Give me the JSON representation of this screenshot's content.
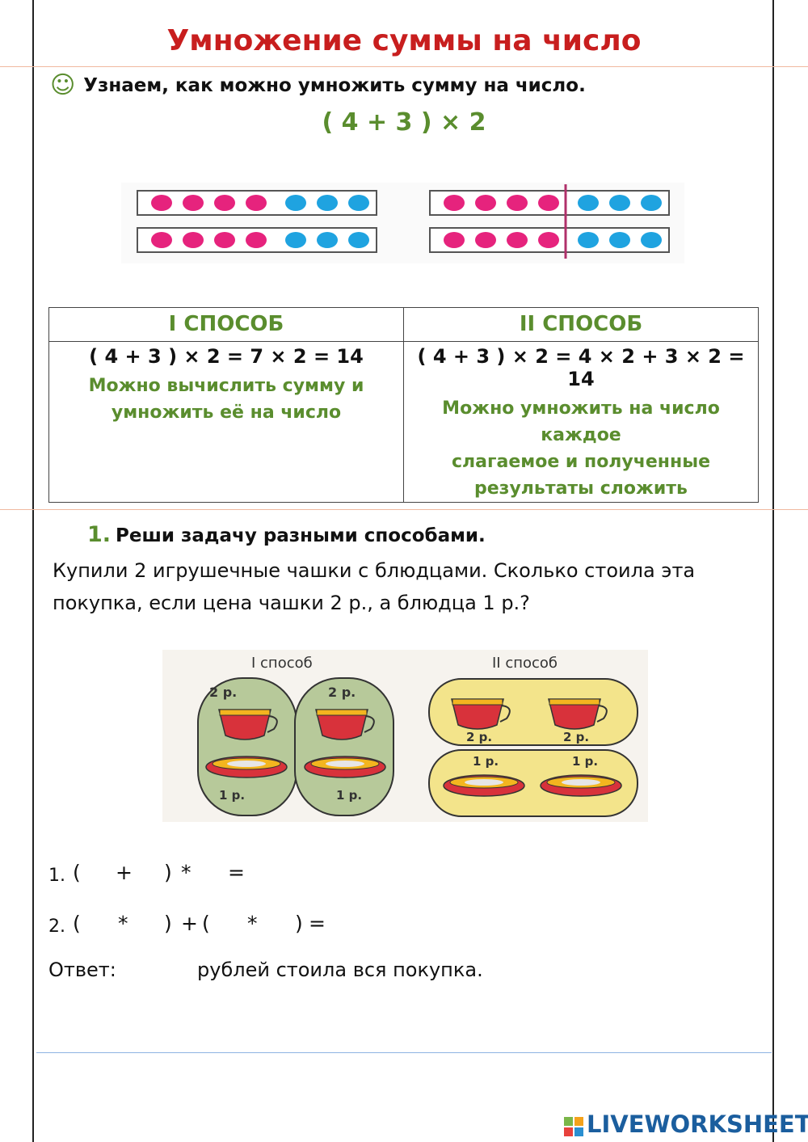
{
  "title": "Умножение суммы на число",
  "intro": {
    "icon": "smiley-icon",
    "text": "Узнаем, как можно умножить сумму на число."
  },
  "expression": "( 4 + 3 ) × 2",
  "dot_model": {
    "red_per_row": 4,
    "blue_per_row": 3,
    "rows": 2,
    "colors": {
      "red": "#e6237d",
      "blue": "#1fa3e0"
    }
  },
  "methods": {
    "headers": [
      "I СПОСОБ",
      "II СПОСОБ"
    ],
    "formulas": [
      "( 4 + 3 ) × 2 = 7 × 2 = 14",
      "( 4 + 3 ) × 2 = 4 × 2 + 3 × 2 = 14"
    ],
    "notes": [
      [
        "Можно вычислить сумму и",
        "умножить её на число"
      ],
      [
        "Можно умножить на число каждое",
        "слагаемое и полученные",
        "результаты сложить"
      ]
    ]
  },
  "task": {
    "number": "1.",
    "heading": "Реши задачу разными способами.",
    "text": "Купили 2 игрушечные чашки с блюдцами. Сколько стоила эта покупка, если цена чашки 2 р., а блюдца 1 р.?"
  },
  "picture": {
    "label1": "I способ",
    "label2": "II способ",
    "cup_price": "2 р.",
    "saucer_price": "1 р."
  },
  "answers": {
    "line1": {
      "num": "1.",
      "tokens": [
        "(",
        "+",
        ")",
        "*",
        "="
      ]
    },
    "line2": {
      "num": "2.",
      "tokens": [
        "(",
        "*",
        ")",
        "+",
        "(",
        "*",
        ")",
        "="
      ]
    },
    "answer_label": "Ответ:",
    "answer_text": "рублей стоила вся покупка."
  },
  "watermark": "LIVEWORKSHEETS"
}
